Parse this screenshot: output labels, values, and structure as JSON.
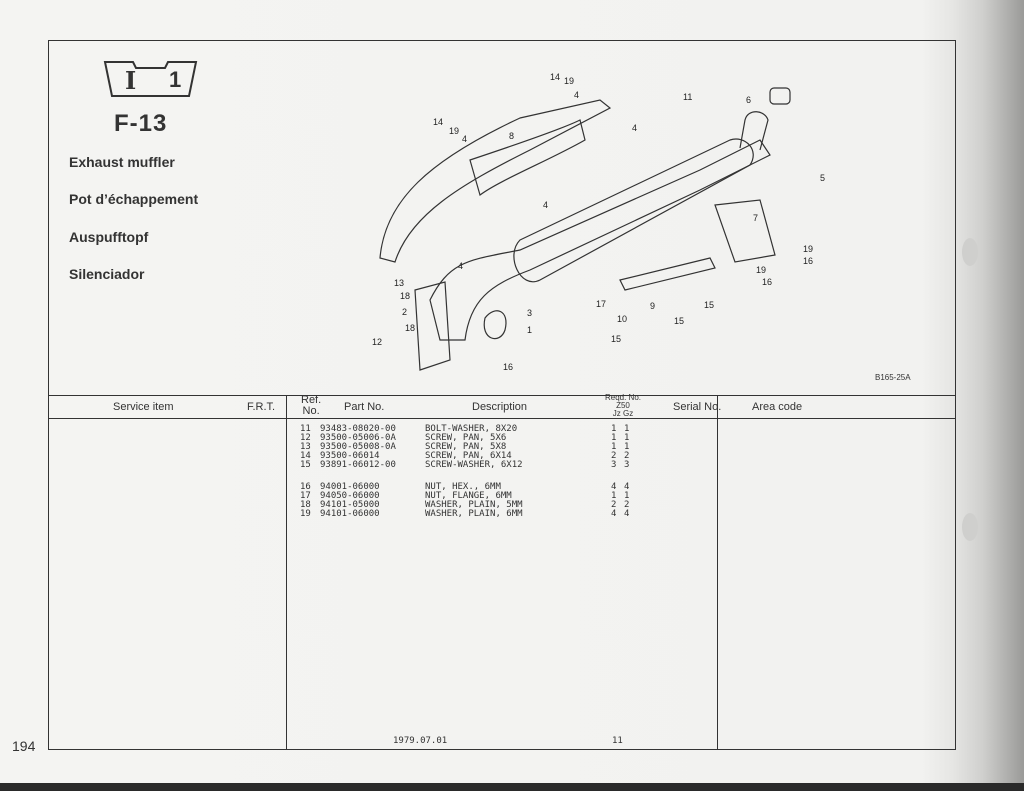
{
  "badge": {
    "roman": "I",
    "number": "1"
  },
  "figure": "F-13",
  "titles": [
    "Exhaust muffler",
    "Pot d’échappement",
    "Auspufftopf",
    "Silenciador"
  ],
  "diagram": {
    "code": "B165-25A",
    "callouts": [
      "14",
      "19",
      "4",
      "11",
      "6",
      "14",
      "19",
      "4",
      "8",
      "4",
      "5",
      "4",
      "7",
      "19",
      "16",
      "19",
      "16",
      "13",
      "18",
      "2",
      "4",
      "3",
      "1",
      "17",
      "9",
      "15",
      "10",
      "15",
      "15",
      "18",
      "12",
      "16"
    ]
  },
  "table": {
    "headers": {
      "service_item": "Service item",
      "frt": "F.R.T.",
      "ref": "Ref.",
      "ref2": "No.",
      "part_no": "Part No.",
      "description": "Description",
      "reqd": "Reqd. No.",
      "model": "Z50",
      "variants": "Jz  Gz",
      "serial": "Serial No.",
      "area": "Area code"
    },
    "rows": [
      {
        "ref": "11",
        "part": "93483-08020-00",
        "desc": "BOLT-WASHER, 8X20",
        "jz": "1",
        "gz": "1"
      },
      {
        "ref": "12",
        "part": "93500-05006-0A",
        "desc": "SCREW, PAN, 5X6",
        "jz": "1",
        "gz": "1"
      },
      {
        "ref": "13",
        "part": "93500-05008-0A",
        "desc": "SCREW, PAN, 5X8",
        "jz": "1",
        "gz": "1"
      },
      {
        "ref": "14",
        "part": "93500-06014",
        "desc": "SCREW, PAN, 6X14",
        "jz": "2",
        "gz": "2"
      },
      {
        "ref": "15",
        "part": "93891-06012-00",
        "desc": "SCREW-WASHER, 6X12",
        "jz": "3",
        "gz": "3"
      },
      {
        "ref": "16",
        "part": "94001-06000",
        "desc": "NUT, HEX., 6MM",
        "jz": "4",
        "gz": "4"
      },
      {
        "ref": "17",
        "part": "94050-06000",
        "desc": "NUT, FLANGE, 6MM",
        "jz": "1",
        "gz": "1"
      },
      {
        "ref": "18",
        "part": "94101-05000",
        "desc": "WASHER, PLAIN, 5MM",
        "jz": "2",
        "gz": "2"
      },
      {
        "ref": "19",
        "part": "94101-06000",
        "desc": "WASHER, PLAIN, 6MM",
        "jz": "4",
        "gz": "4"
      }
    ]
  },
  "footer": {
    "date": "1979.07.01",
    "page_code": "11"
  },
  "page_number": "194"
}
